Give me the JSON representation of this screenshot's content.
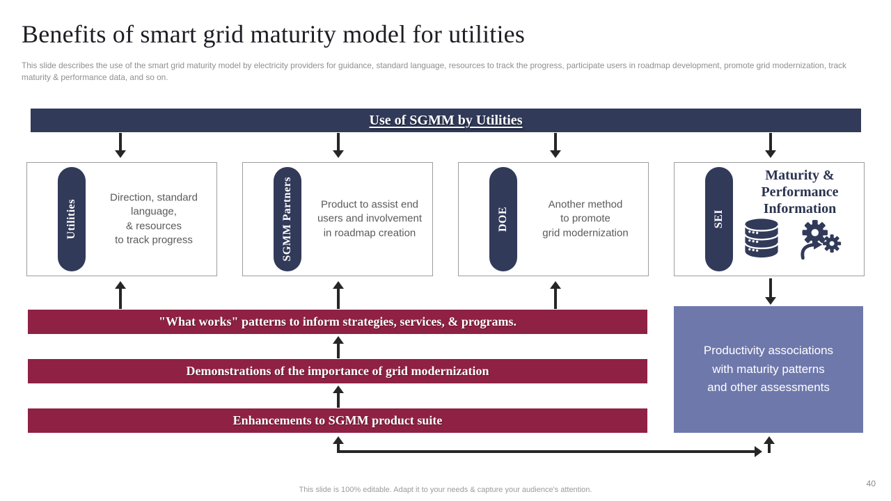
{
  "slide": {
    "title": "Benefits of smart grid maturity model for utilities",
    "subtitle": "This slide describes the use of the smart grid maturity model by electricity providers for guidance, standard language, resources to track the progress, participate users in roadmap development, promote grid modernization, track maturity & performance data, and so on.",
    "footer": "This slide is 100% editable. Adapt it to your needs & capture your audience's attention.",
    "page_number": "40"
  },
  "header_banner": {
    "label": "Use of SGMM by Utilities"
  },
  "colors": {
    "navy": "#313a59",
    "maroon": "#8f2144",
    "purple": "#6e78ab",
    "arrow": "#262626"
  },
  "boxes": [
    {
      "pill": "Utilities",
      "text": "Direction, standard\nlanguage,\n& resources\nto track progress"
    },
    {
      "pill": "SGMM Partners",
      "text": "Product to assist end\nusers and involvement\nin roadmap creation"
    },
    {
      "pill": "DOE",
      "text": "Another method\nto promote\ngrid modernization"
    },
    {
      "pill": "SEI",
      "heading": "Maturity &\nPerformance\nInformation",
      "icons": {
        "left": "database-icon",
        "right": "process-gears-icon"
      }
    }
  ],
  "bars": [
    {
      "label": "\"What works\" patterns to inform strategies, services, & programs."
    },
    {
      "label": "Demonstrations of the importance of grid modernization"
    },
    {
      "label": "Enhancements to SGMM product suite"
    }
  ],
  "side_box": {
    "label": "Productivity associations\nwith maturity patterns\nand other assessments"
  }
}
